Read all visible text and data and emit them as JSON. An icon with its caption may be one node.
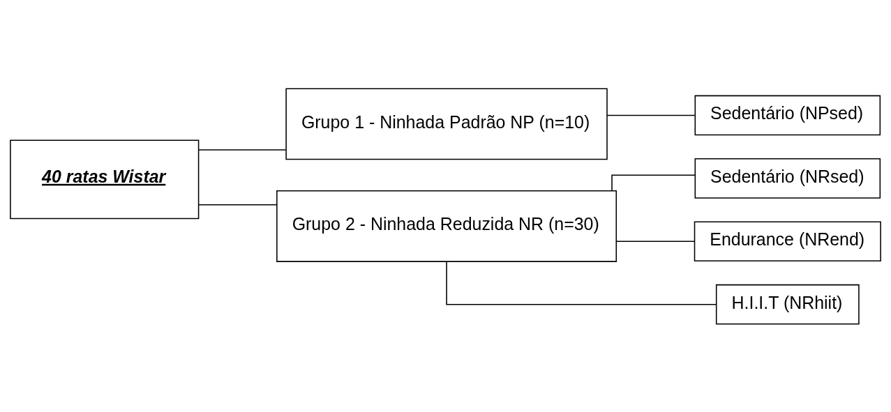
{
  "diagram": {
    "nodes": [
      {
        "text": [
          "40 ratas Wistar"
        ]
      },
      {
        "text": [
          "Grupo 1 - Ninhada Padrão NP (n=10)"
        ]
      },
      {
        "text": [
          "Sedentário (NPsed)"
        ]
      },
      {
        "text": [
          "Grupo 2 - Ninhada Reduzida NR (n=30)"
        ]
      },
      {
        "text": [
          "Sedentário (NRsed)"
        ]
      },
      {
        "text": [
          "Endurance (NRend)"
        ]
      },
      {
        "text": [
          "H.I.I.T (NRhiit)"
        ]
      }
    ],
    "edges": [
      {
        "from": 0,
        "to": 1,
        "arrow": "none"
      },
      {
        "from": 0,
        "to": 3,
        "arrow": "none"
      },
      {
        "from": 1,
        "to": 2,
        "arrow": "none"
      },
      {
        "from": 3,
        "to": 4,
        "arrow": "none"
      },
      {
        "from": 3,
        "to": 5,
        "arrow": "none"
      },
      {
        "from": 3,
        "to": 6,
        "arrow": "none"
      }
    ]
  }
}
